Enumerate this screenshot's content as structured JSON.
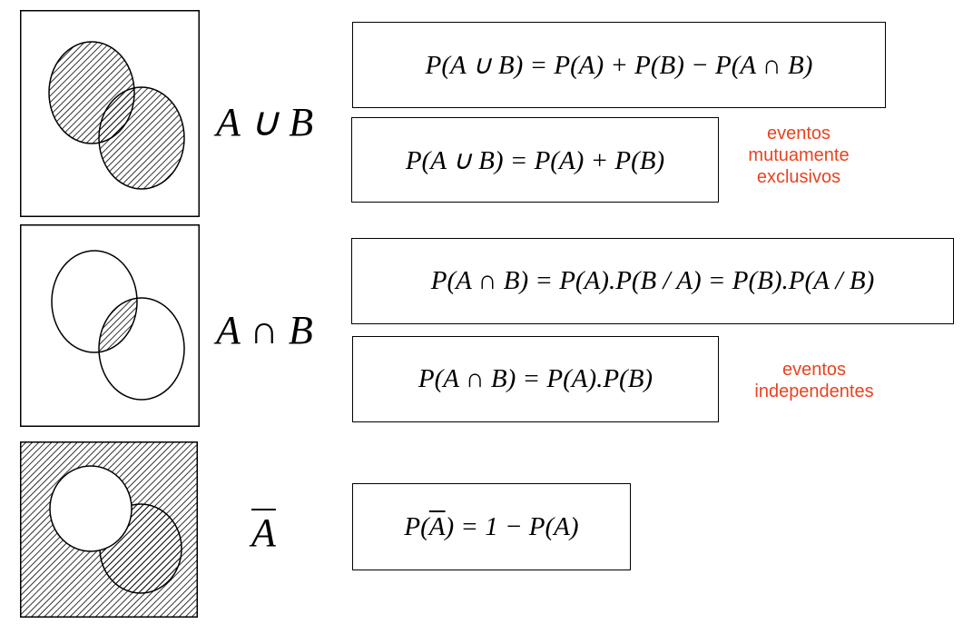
{
  "rows": [
    {
      "label": "A ∪ B",
      "formulas": [
        "P(A ∪ B) = P(A) + P(B) − P(A ∩ B)",
        "P(A ∪ B) = P(A) + P(B)"
      ],
      "note": [
        "eventos",
        "mutuamente",
        "exclusivos"
      ]
    },
    {
      "label": "A ∩ B",
      "formulas": [
        "P(A ∩ B) = P(A).P(B / A) = P(B).P(A / B)",
        "P(A ∩ B) = P(A).P(B)"
      ],
      "note": [
        "eventos",
        "independentes"
      ]
    },
    {
      "label": "A",
      "formulas": [
        "P(A) = 1 − P(A)"
      ]
    }
  ],
  "colors": {
    "note": "#e8431f",
    "line": "#000000",
    "background": "#ffffff"
  },
  "icons": [
    "venn-union-diagram",
    "venn-intersection-diagram",
    "venn-complement-diagram"
  ]
}
